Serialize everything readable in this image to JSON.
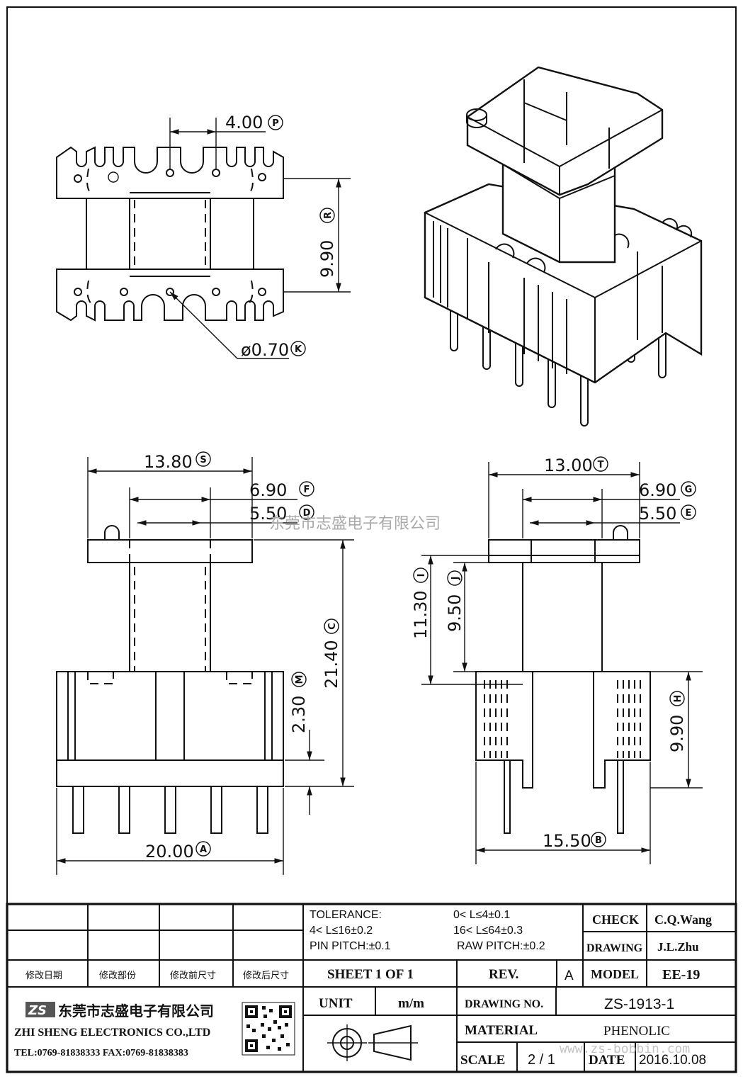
{
  "dimensions": {
    "P": {
      "value": "4.00",
      "ref": "P"
    },
    "R": {
      "value": "9.90",
      "ref": "R"
    },
    "K": {
      "value": "ø0.70",
      "ref": "K"
    },
    "S": {
      "value": "13.80",
      "ref": "S"
    },
    "F": {
      "value": "6.90",
      "ref": "F"
    },
    "D": {
      "value": "5.50",
      "ref": "D"
    },
    "C": {
      "value": "21.40",
      "ref": "C"
    },
    "M": {
      "value": "2.30",
      "ref": "M"
    },
    "A": {
      "value": "20.00",
      "ref": "A"
    },
    "T": {
      "value": "13.00",
      "ref": "T"
    },
    "G": {
      "value": "6.90",
      "ref": "G"
    },
    "E": {
      "value": "5.50",
      "ref": "E"
    },
    "I": {
      "value": "11.30",
      "ref": "I"
    },
    "J": {
      "value": "9.50",
      "ref": "J"
    },
    "H": {
      "value": "9.90",
      "ref": "H"
    },
    "B": {
      "value": "15.50",
      "ref": "B"
    }
  },
  "watermark": {
    "company": "东莞市志盛电子有限公司",
    "url": "www.zs-bobbin.com"
  },
  "title_block": {
    "revision_headers": [
      "修改日期",
      "修改部份",
      "修改前尺寸",
      "修改后尺寸"
    ],
    "tolerance": {
      "title": "TOLERANCE:",
      "r1": "0< L≤4±0.1",
      "r2": "4< L≤16±0.2",
      "r3": "16< L≤64±0.3",
      "pin": "PIN PITCH:±0.1",
      "raw": "RAW PITCH:±0.2"
    },
    "check_label": "CHECK",
    "check_value": "C.Q.Wang",
    "drawing_label": "DRAWING",
    "drawing_value": "J.L.Zhu",
    "sheet": "SHEET  1  OF  1",
    "rev_label": "REV.",
    "rev_value": "A",
    "model_label": "MODEL",
    "model_value": "EE-19",
    "unit_label": "UNIT",
    "unit_value": "m/m",
    "drawing_no_label": "DRAWING  NO.",
    "drawing_no_value": "ZS-1913-1",
    "material_label": "MATERIAL",
    "material_value": "PHENOLIC",
    "scale_label": "SCALE",
    "scale_value": "2 / 1",
    "date_label": "DATE",
    "date_value": "2016.10.08",
    "company_cn": "东莞市志盛电子有限公司",
    "company_en": "ZHI SHENG  ELECTRONICS CO.,LTD",
    "contact": "TEL:0769-81838333 FAX:0769-81838383",
    "logo_text": "ZS"
  },
  "icons": [
    "zs-logo-icon",
    "qr-code-icon",
    "projection-symbol-icon"
  ]
}
